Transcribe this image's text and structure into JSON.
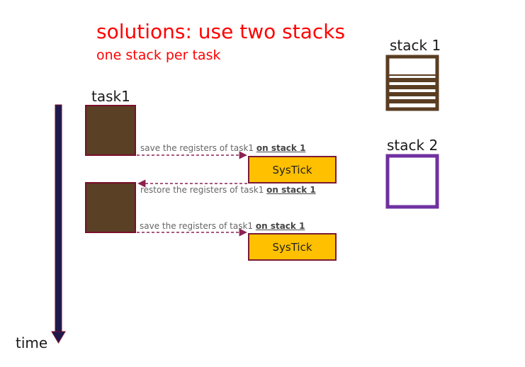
{
  "title": "solutions: use two stacks",
  "subtitle": "one stack per task",
  "task_label": "task1",
  "time_label": "time",
  "stacks": [
    {
      "label": "stack 1",
      "state": "filled",
      "border_color": "#5a3d22"
    },
    {
      "label": "stack 2",
      "state": "empty",
      "border_color": "#7030a0"
    }
  ],
  "events": [
    {
      "text": "save the registers of task1 ",
      "emphasis": "on stack 1",
      "direction": "to-systick"
    },
    {
      "text": "restore the registers of task1 ",
      "emphasis": "on stack 1",
      "direction": "to-task"
    },
    {
      "text": "save the registers of task1 ",
      "emphasis": "on stack 1",
      "direction": "to-systick"
    }
  ],
  "systick_boxes": [
    {
      "label": "SysTick"
    },
    {
      "label": "SysTick"
    }
  ],
  "colors": {
    "title": "#ff0000",
    "task_block": "#5a4025",
    "systick": "#ffc000",
    "timeline": "#1f1a4e",
    "arrow": "#8b2252"
  }
}
